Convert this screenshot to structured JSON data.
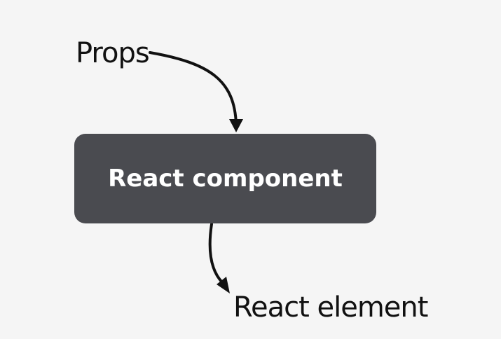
{
  "diagram": {
    "input_label": "Props",
    "component_label": "React component",
    "output_label": "React element"
  },
  "colors": {
    "background": "#f5f5f5",
    "box_fill": "#4a4b50",
    "box_text": "#ffffff",
    "arrow": "#111111"
  }
}
